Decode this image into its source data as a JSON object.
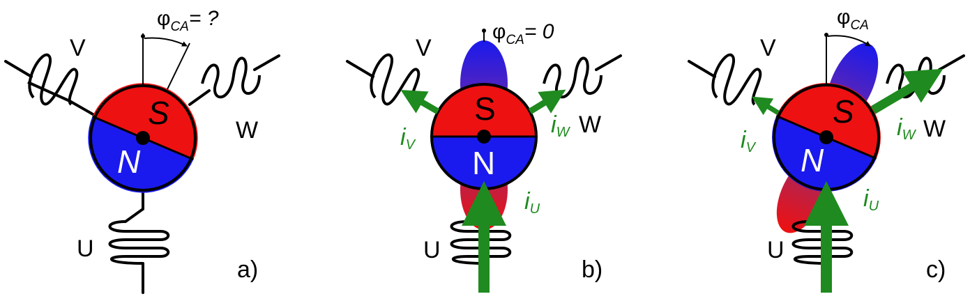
{
  "panels": [
    {
      "tag": "a)",
      "phase_labels": {
        "u": "U",
        "v": "V",
        "w": "W"
      },
      "rotor": {
        "south": "S",
        "north": "N"
      },
      "angle": {
        "symbol": "φ",
        "subscript": "CA",
        "value": "= ?"
      },
      "currents": null
    },
    {
      "tag": "b)",
      "phase_labels": {
        "u": "U",
        "v": "V",
        "w": "W"
      },
      "rotor": {
        "south": "S",
        "north": "N"
      },
      "angle": {
        "symbol": "φ",
        "subscript": "CA",
        "value": "= 0"
      },
      "currents": {
        "u": "i",
        "u_sub": "U",
        "v": "i",
        "v_sub": "V",
        "w": "i",
        "w_sub": "W"
      }
    },
    {
      "tag": "c)",
      "phase_labels": {
        "u": "U",
        "v": "V",
        "w": "W"
      },
      "rotor": {
        "south": "S",
        "north": "N"
      },
      "angle": {
        "symbol": "φ",
        "subscript": "CA",
        "value": ""
      },
      "currents": {
        "u": "i",
        "u_sub": "U",
        "v": "i",
        "v_sub": "V",
        "w": "i",
        "w_sub": "W"
      }
    }
  ],
  "colors": {
    "south": "#ee1111",
    "north": "#1a1aee",
    "current_arrow": "#1f8a1f",
    "field_blue": "#1a1aee",
    "field_red": "#dd1111"
  }
}
